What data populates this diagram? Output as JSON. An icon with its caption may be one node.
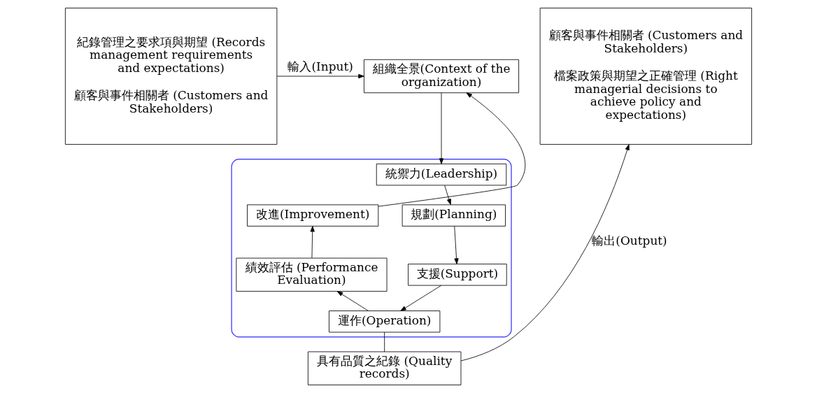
{
  "diagram": {
    "nodes": [
      {
        "text": [
          "紀錄管理之要求項與期望 (Records management requirements and expectations)",
          "顧客與事件相關者 (Customers and Stakeholders)"
        ]
      },
      {
        "text": [
          "組織全景(Context of the organization)"
        ]
      },
      {
        "text": [],
        "shape": "ellipse"
      },
      {
        "text": [
          "統禦力(Leadership)"
        ],
        "in": 2
      },
      {
        "text": [
          "規劃(Planning)"
        ],
        "in": 2
      },
      {
        "text": [
          "支援(Support)"
        ],
        "in": 2
      },
      {
        "text": [
          "運作(Operation)"
        ],
        "in": 2
      },
      {
        "text": [
          "績效評估 (Performance Evaluation)"
        ],
        "in": 2
      },
      {
        "text": [
          "改進(Improvement)"
        ],
        "in": 2
      },
      {
        "text": [
          "具有品質之紀錄 (Quality records)"
        ]
      },
      {
        "text": [
          "顧客與事件相關者 (Customers and Stakeholders)",
          "檔案政策與期望之正確管理 (Right managerial decisions to achieve policy and expectations)"
        ]
      }
    ],
    "edges": [
      {
        "from": 0,
        "to": 1,
        "arrow": "to",
        "label": "輸入(Input)"
      },
      {
        "from": 1,
        "to": 3,
        "arrow": "to"
      },
      {
        "from": 3,
        "to": 4,
        "arrow": "to"
      },
      {
        "from": 4,
        "to": 5,
        "arrow": "to"
      },
      {
        "from": 5,
        "to": 6,
        "arrow": "to"
      },
      {
        "from": 6,
        "to": 7,
        "arrow": "to"
      },
      {
        "from": 7,
        "to": 8,
        "arrow": "to"
      },
      {
        "from": 8,
        "to": 1,
        "arrow": "to"
      },
      {
        "from": 6,
        "to": 9,
        "arrow": "none"
      },
      {
        "from": 9,
        "to": 10,
        "arrow": "to",
        "label": "輸出(Output)"
      }
    ]
  }
}
